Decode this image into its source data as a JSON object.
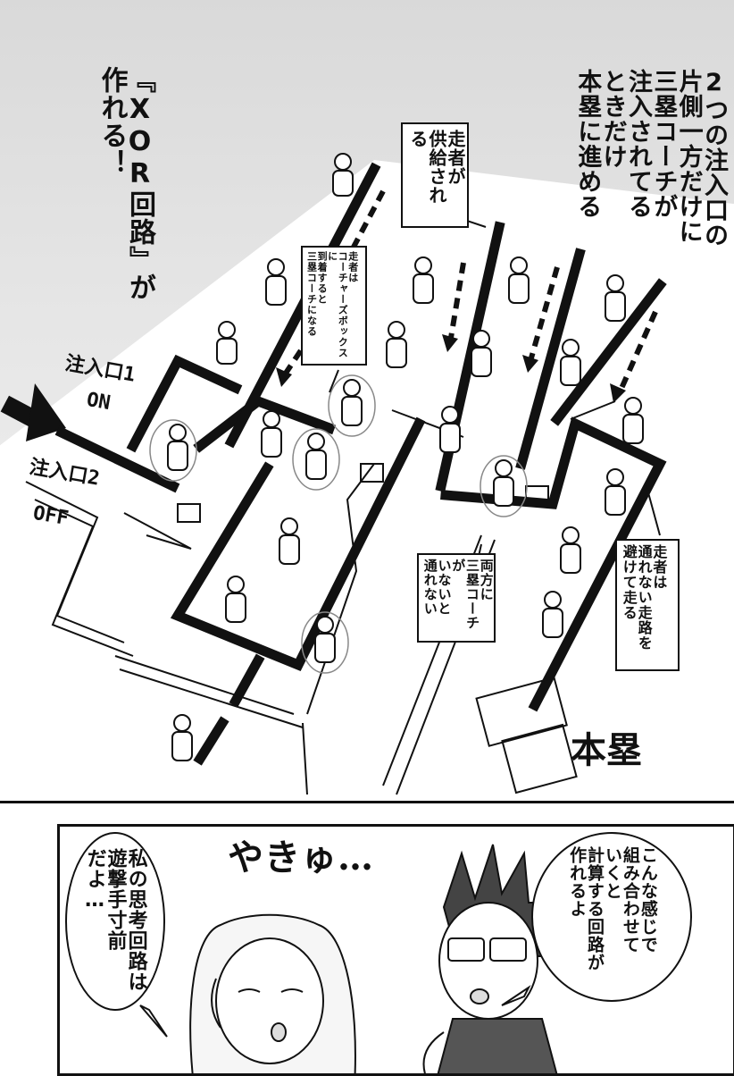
{
  "top_panel": {
    "narration_right": [
      "2つの注入口の",
      "片側一方だけに",
      "三塁コーチが",
      "注入されてる",
      "ときだけ",
      "本塁に進める"
    ],
    "narration_left": [
      "『XOR回路』が",
      "作れる！"
    ],
    "bubble_supply": [
      "走者が",
      "供給される"
    ],
    "bubble_coach": [
      "走者は",
      "コーチャーズボックスに",
      "到着すると",
      "三塁コーチになる"
    ],
    "bubble_both": [
      "両方に",
      "三塁コーチが",
      "いないと",
      "通れない"
    ],
    "bubble_avoid": [
      "走者は",
      "通れない走路を",
      "避けて走る"
    ],
    "labels": {
      "input1": "注入口1",
      "on": "ON",
      "input2": "注入口2",
      "off": "OFF",
      "home": "本塁"
    }
  },
  "bottom_panel": {
    "sfx": "やきゅ…",
    "boy_bubble": [
      "こんな感じで",
      "組み合わせて",
      "いくと",
      "計算する回路が",
      "作れるよ"
    ],
    "girl_bubble": [
      "私の思考回路は",
      "遊撃手寸前",
      "だよ…"
    ]
  }
}
